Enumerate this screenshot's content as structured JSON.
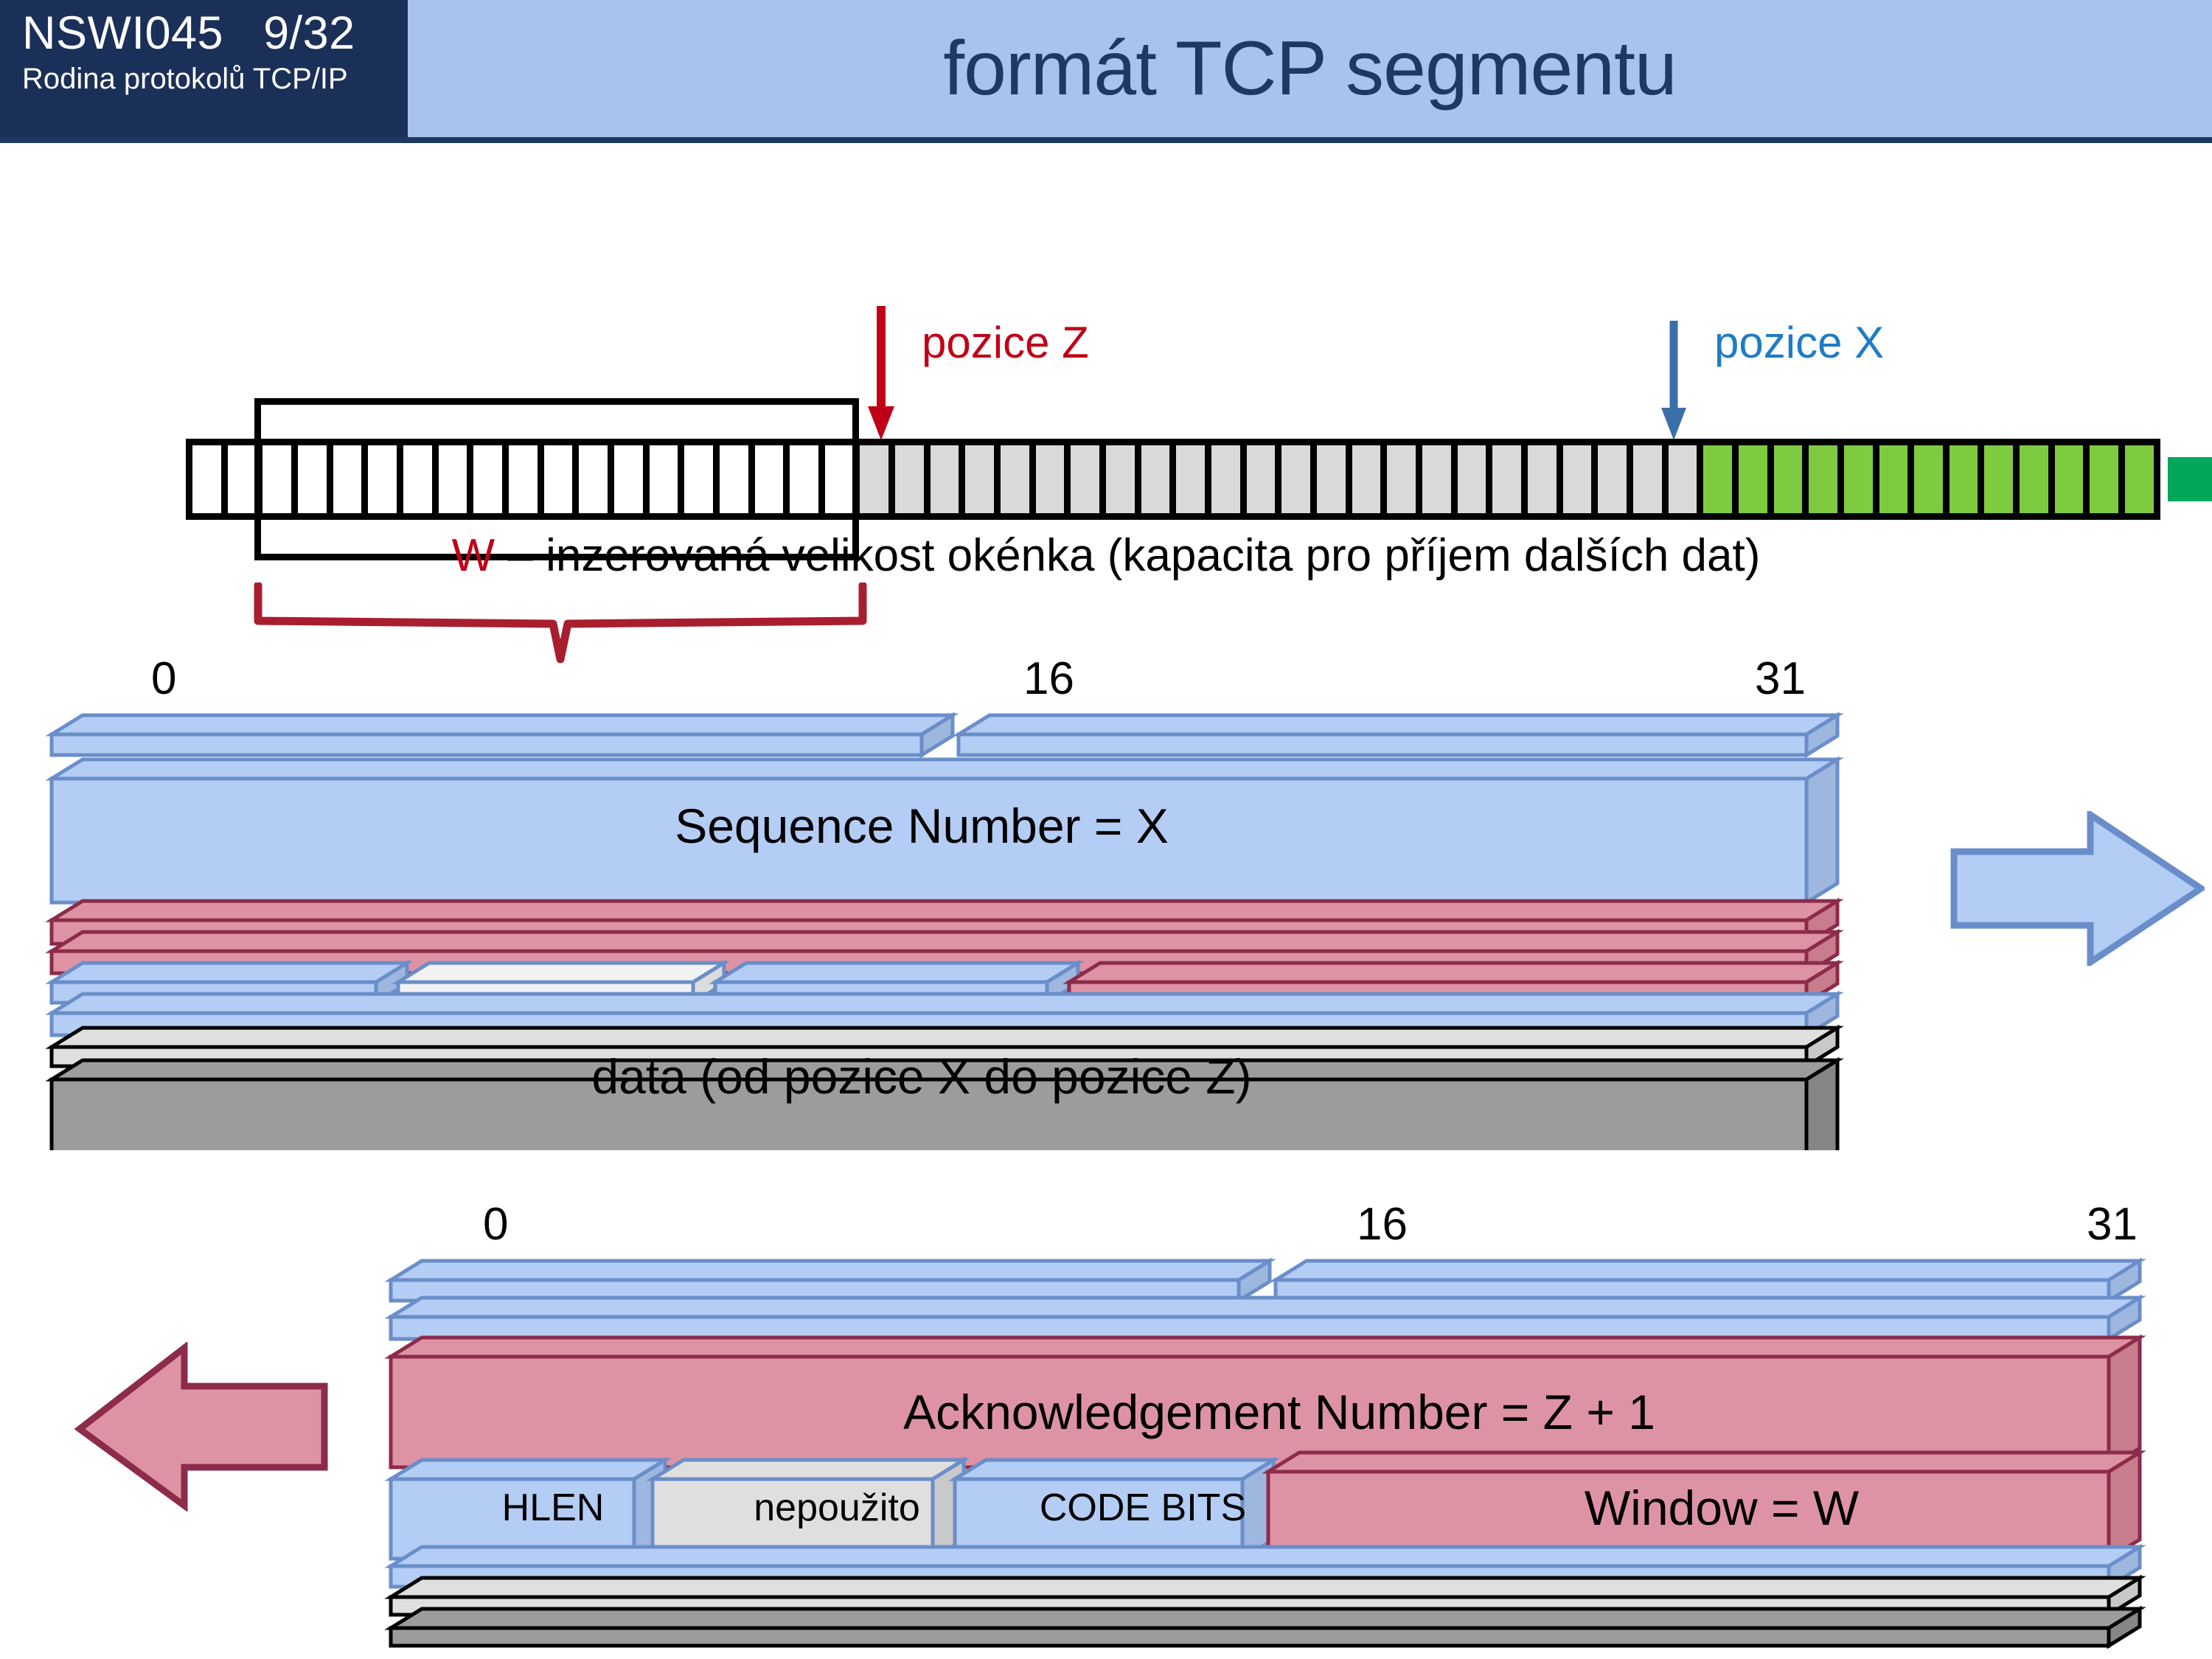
{
  "header": {
    "badge_line1": "NSWI045   9/32",
    "badge_line2": "Rodina protokolů TCP/IP",
    "title": "formát TCP segmentu",
    "badge_bg": "#1B3058",
    "band_bg": "#A8C3EC",
    "title_color": "#1F3864"
  },
  "stream": {
    "label_z": "pozice Z",
    "label_x": "pozice X",
    "color_z": "#C00016",
    "color_x": "#1F7BC4",
    "cell_fill_sent": "#FFFFFF",
    "cell_fill_pending": "#D9D9D9",
    "cell_fill_free": "#7FCB40",
    "arrow_out_color": "#00A65A",
    "cells_white": 19,
    "cells_gray": 24,
    "cells_green": 13,
    "window_caption_w": "W",
    "window_caption_rest": " – inzerovaná velikost okénka (kapacita pro příjem dalších dat)",
    "brace_color": "#A81E2E"
  },
  "segment_out": {
    "scale": {
      "left": "0",
      "mid": "16",
      "right": "31"
    },
    "field_sequence": "Sequence Number = X",
    "field_data": "data (od pozice X do pozice Z)",
    "arrow_color": "#B4CDF5",
    "arrow_border": "#6A8EC9",
    "color_blue_face": "#B4CDF5",
    "color_blue_edge": "#6A8EC9",
    "color_red_face": "#DE93A5",
    "color_red_edge": "#8C2B4A",
    "color_gray_face": "#9C9C9C",
    "color_gray_edge": "#000000",
    "color_ltgray_face": "#DFDFDF",
    "color_white_face": "#F2F2F2"
  },
  "segment_in": {
    "scale": {
      "left": "0",
      "mid": "16",
      "right": "31"
    },
    "field_ack": "Acknowledgement Number = Z + 1",
    "field_hlen": "HLEN",
    "field_unused": "nepoužito",
    "field_code_bits": "CODE BITS",
    "field_window": "Window = W",
    "arrow_color": "#DE93A5",
    "arrow_border": "#8C2B4A"
  }
}
